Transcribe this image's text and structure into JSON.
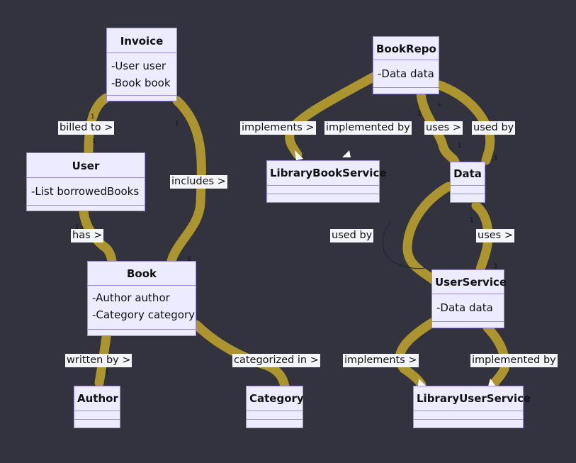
{
  "classes": {
    "invoice": {
      "name": "Invoice",
      "attributes": [
        "-User user",
        "-Book book"
      ]
    },
    "user": {
      "name": "User",
      "attributes": [
        "-List borrowedBooks"
      ]
    },
    "book": {
      "name": "Book",
      "attributes": [
        "-Author author",
        "-Category category"
      ]
    },
    "author": {
      "name": "Author",
      "attributes": []
    },
    "category": {
      "name": "Category",
      "attributes": []
    },
    "bookrepo": {
      "name": "BookRepo",
      "attributes": [
        "-Data data"
      ]
    },
    "librarybookservice": {
      "name": "LibraryBookService",
      "attributes": []
    },
    "data": {
      "name": "Data",
      "attributes": []
    },
    "userservice": {
      "name": "UserService",
      "attributes": [
        "-Data data"
      ]
    },
    "libraryuserservice": {
      "name": "LibraryUserService",
      "attributes": []
    }
  },
  "edge_labels": {
    "billed_to": "billed to >",
    "includes": "includes >",
    "has": "has >",
    "written_by": "written by >",
    "categorized_in": "categorized in >",
    "implements_book": "implements >",
    "implemented_by_book": "implemented by",
    "uses_data": "uses >",
    "used_by_data": "used by",
    "used_by_userservice": "used by",
    "uses_userservice": "uses >",
    "implements_user": "implements >",
    "implemented_by_user": "implemented by"
  },
  "multiplicities": {
    "one": "1",
    "many": "*"
  },
  "colors": {
    "background": "#33333f",
    "edge_highlight": "#b39a2e",
    "class_fill": "#ecebff",
    "class_border": "#9b8ae0"
  }
}
